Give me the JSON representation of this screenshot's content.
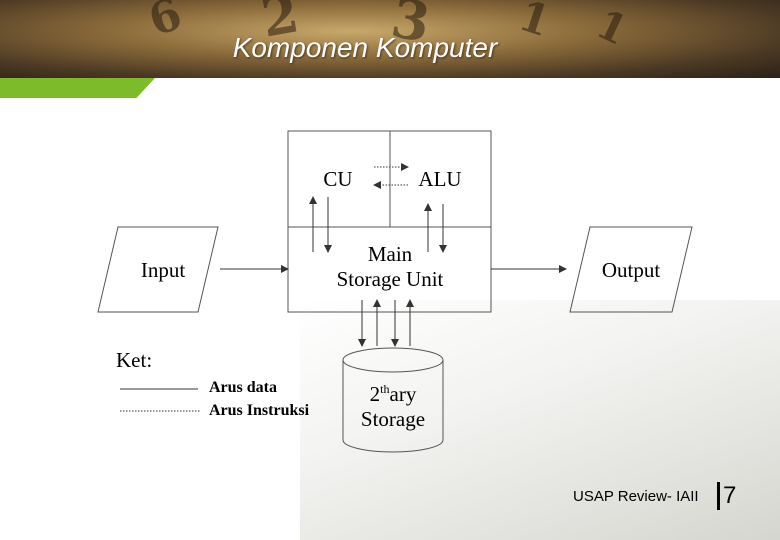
{
  "slide": {
    "title": "Komponen Komputer",
    "footer": "USAP Review- IAII",
    "page_number": "7"
  },
  "background": {
    "header_color": "#8a6a3a",
    "accent_bar_color": "#7dbb2a",
    "clock_digits": [
      "6",
      "2",
      "3",
      "1",
      "1"
    ]
  },
  "diagram": {
    "nodes": {
      "cu": "CU",
      "alu": "ALU",
      "main_storage_line1": "Main",
      "main_storage_line2": "Storage Unit",
      "input": "Input",
      "output": "Output",
      "secondary_storage_prefix": "2",
      "secondary_storage_sup": "th",
      "secondary_storage_suffix": "ary",
      "secondary_storage_line2": "Storage"
    },
    "legend": {
      "title": "Ket:",
      "data_flow": "Arus data",
      "instruction_flow": "Arus Instruksi"
    }
  }
}
